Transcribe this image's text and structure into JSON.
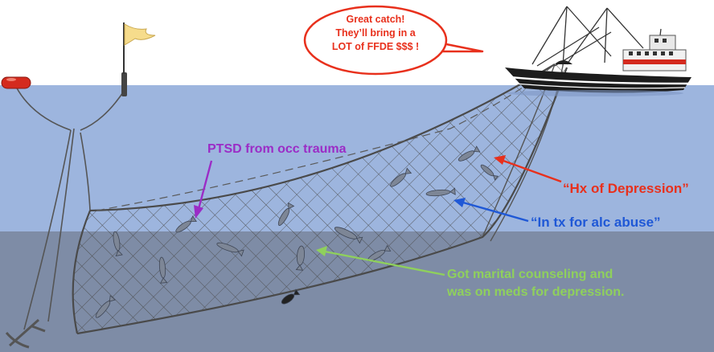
{
  "speech_bubble": {
    "lines": [
      "Great catch!",
      "They’ll bring in a",
      "LOT of FFDE $$$ !"
    ]
  },
  "labels": {
    "ptsd": "PTSD from occ trauma",
    "hx_depression": "“Hx of Depression”",
    "alc_abuse": "“In tx for alc abuse”",
    "marital": [
      "Got marital counseling and",
      "was on meds for depression."
    ]
  },
  "colors": {
    "sky": "#ffffff",
    "water_upper": "#9db5de",
    "water_lower": "#7e8ca6",
    "net": "#555555",
    "fish": "#7d8696",
    "bubble_outline": "#e8301c",
    "ptsd": "#9b2cc6",
    "hx": "#e8301c",
    "alc": "#1f58d6",
    "marital": "#8fd05c",
    "flag": "#f6dc8c",
    "float": "#d42a1e",
    "boat_stripe": "#d42a1e"
  },
  "icons": [
    "flag-icon",
    "float-buoy-icon",
    "fishing-boat-icon",
    "fish-icon",
    "anchor-icon"
  ]
}
